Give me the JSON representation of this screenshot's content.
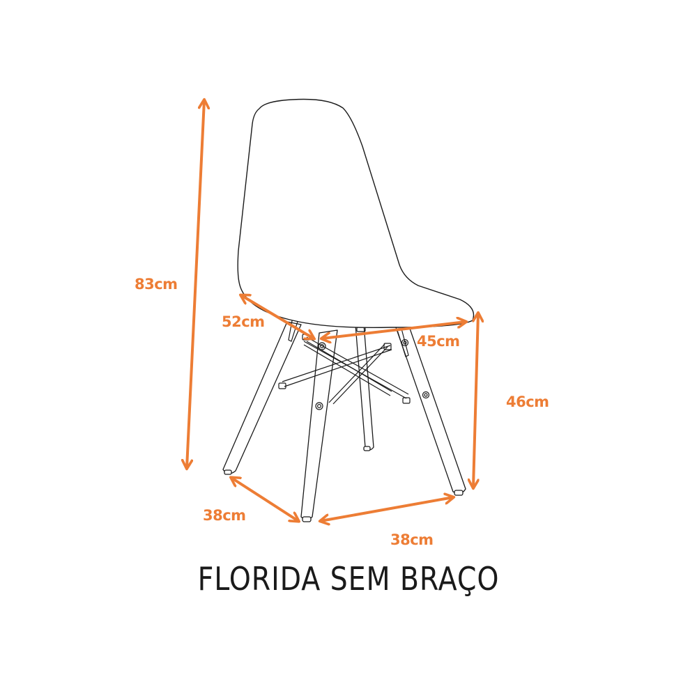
{
  "product": {
    "title": "FLORIDA SEM BRAÇO"
  },
  "colors": {
    "dimension": "#ED7D35",
    "outline": "#1a1a1a",
    "background": "#ffffff"
  },
  "dimensions": {
    "total_height": {
      "label": "83cm",
      "value": 83,
      "unit": "cm"
    },
    "seat_depth": {
      "label": "52cm",
      "value": 52,
      "unit": "cm"
    },
    "seat_width": {
      "label": "45cm",
      "value": 45,
      "unit": "cm"
    },
    "seat_height": {
      "label": "46cm",
      "value": 46,
      "unit": "cm"
    },
    "base_depth": {
      "label": "38cm",
      "value": 38,
      "unit": "cm"
    },
    "base_width": {
      "label": "38cm",
      "value": 38,
      "unit": "cm"
    }
  }
}
